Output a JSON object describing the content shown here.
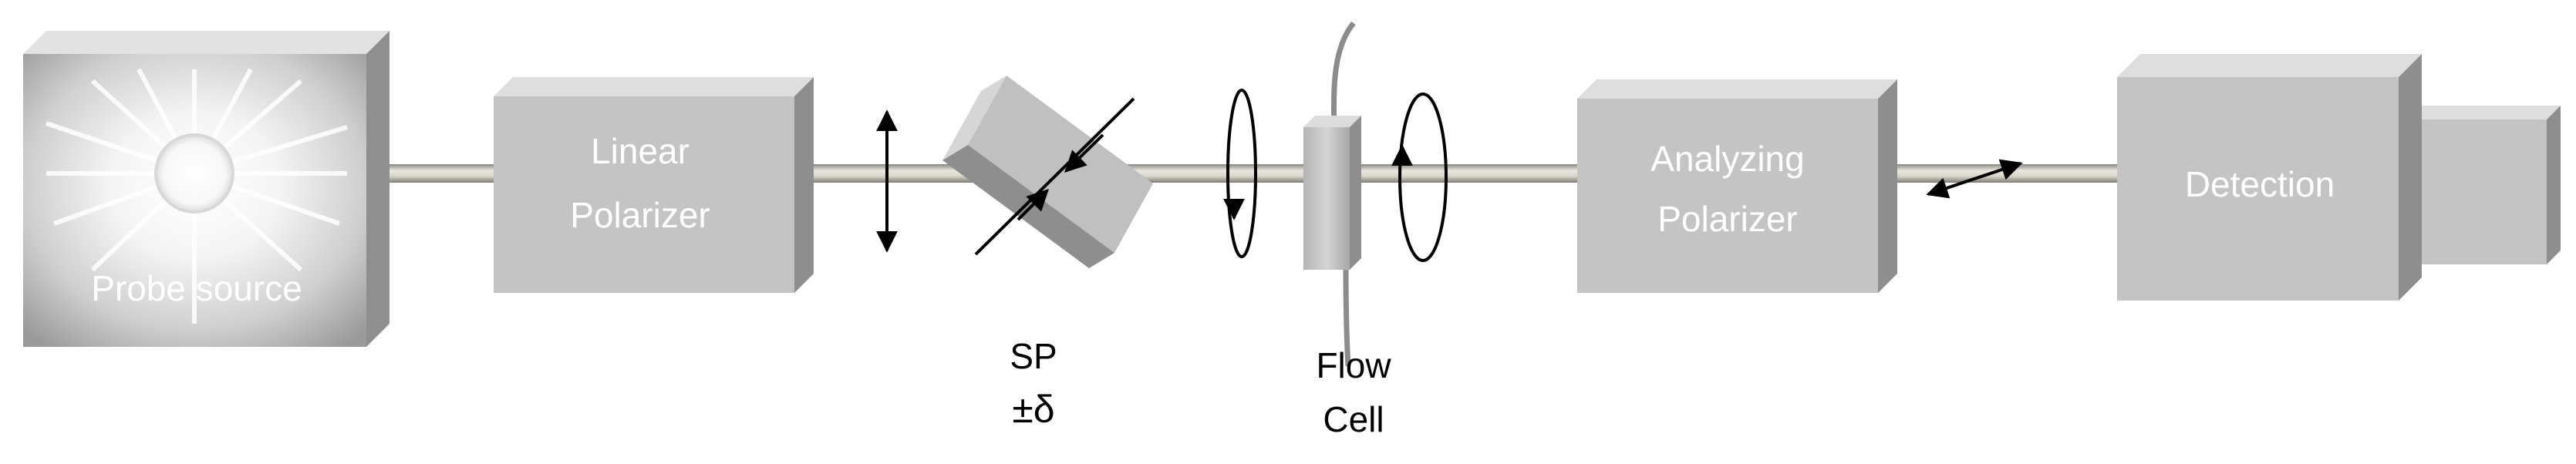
{
  "diagram": {
    "components": {
      "probe_source": {
        "label": "Probe source"
      },
      "linear_polarizer": {
        "label_line1": "Linear",
        "label_line2": "Polarizer"
      },
      "sp": {
        "label_line1": "SP",
        "label_line2": "±δ"
      },
      "flow_cell": {
        "label_line1": "Flow",
        "label_line2": "Cell"
      },
      "analyzing_polarizer": {
        "label_line1": "Analyzing",
        "label_line2": "Polarizer"
      },
      "detection": {
        "label": "Detection"
      }
    },
    "colors": {
      "box_front": "#c4c4c4",
      "box_side": "#8e8e8e",
      "box_top": "#dedede",
      "beam": "#c6c3b8",
      "source_glow": "#ffffff",
      "source_edge": "#9a9a9a",
      "ink": "#000000"
    }
  }
}
